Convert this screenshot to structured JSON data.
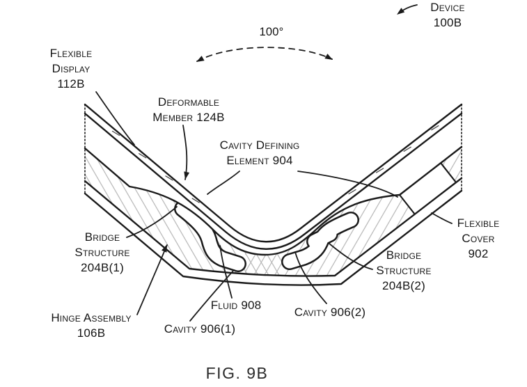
{
  "figure": {
    "caption": "FIG. 9B",
    "angle_value": "100°"
  },
  "labels": {
    "device": {
      "lines": [
        "Device",
        "100B"
      ]
    },
    "flexible_display": {
      "lines": [
        "Flexible",
        "Display",
        "112B"
      ]
    },
    "deformable_member": {
      "lines": [
        "Deformable",
        "Member 124B"
      ]
    },
    "cavity_defining": {
      "lines": [
        "Cavity Defining",
        "Element 904"
      ]
    },
    "bridge_structure_1": {
      "lines": [
        "Bridge",
        "Structure",
        "204B(1)"
      ]
    },
    "bridge_structure_2": {
      "lines": [
        "Bridge",
        "Structure",
        "204B(2)"
      ]
    },
    "flexible_cover": {
      "lines": [
        "Flexible",
        "Cover",
        "902"
      ]
    },
    "hinge_assembly": {
      "lines": [
        "Hinge Assembly",
        "106B"
      ]
    },
    "cavity_1": {
      "lines": [
        "Cavity 906(1)"
      ]
    },
    "fluid": {
      "lines": [
        "Fluid 908"
      ]
    },
    "cavity_2": {
      "lines": [
        "Cavity 906(2)"
      ]
    }
  },
  "colors": {
    "ink": "#1a1a1a",
    "hatch": "#b5b5b5",
    "background": "#ffffff"
  }
}
